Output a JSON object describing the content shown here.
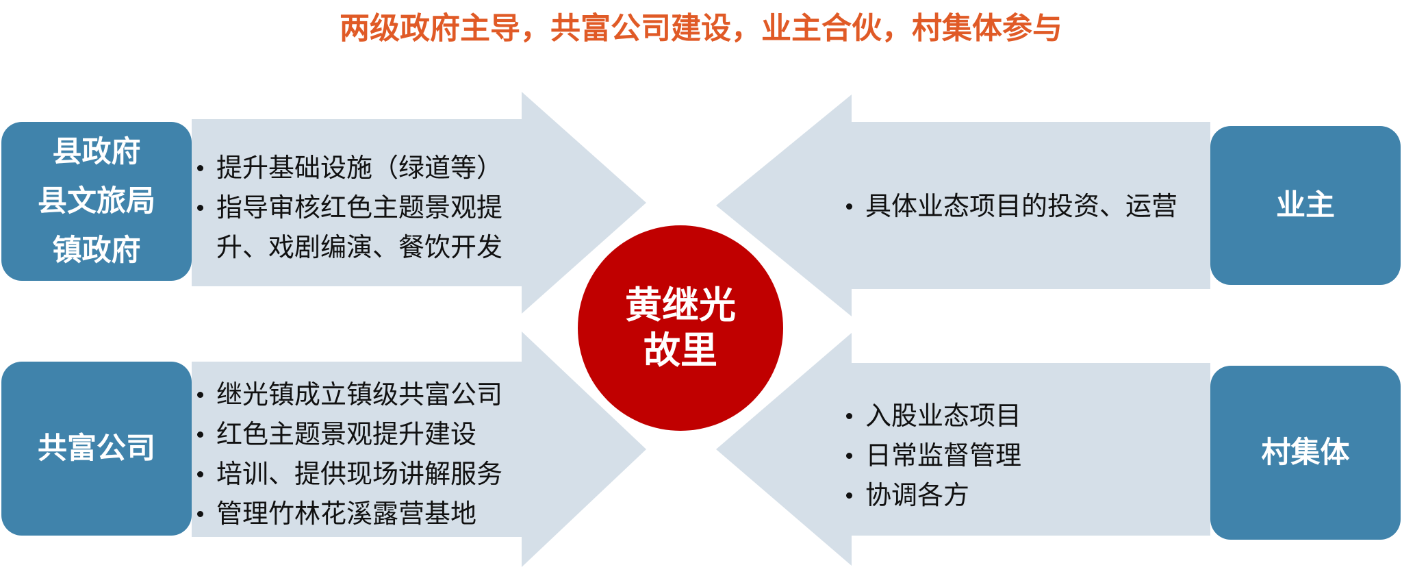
{
  "colors": {
    "title": "#e05a26",
    "box": "#4083ab",
    "arrow": "#d5dfe8",
    "center": "#c00000"
  },
  "title": "两级政府主导，共富公司建设，业主合伙，村集体参与",
  "center": {
    "line1": "黄继光",
    "line2": "故里"
  },
  "government": {
    "lines": [
      "县政府",
      "县文旅局",
      "镇政府"
    ],
    "items": [
      "提升基础设施（绿道等）",
      "指导审核红色主题景观提升、戏剧编演、餐饮开发"
    ]
  },
  "company": {
    "label": "共富公司",
    "items": [
      "继光镇成立镇级共富公司",
      "红色主题景观提升建设",
      "培训、提供现场讲解服务",
      "管理竹林花溪露营基地"
    ]
  },
  "owner": {
    "label": "业主",
    "items": [
      "具体业态项目的投资、运营"
    ]
  },
  "village": {
    "label": "村集体",
    "items": [
      "入股业态项目",
      "日常监督管理",
      "协调各方"
    ]
  }
}
